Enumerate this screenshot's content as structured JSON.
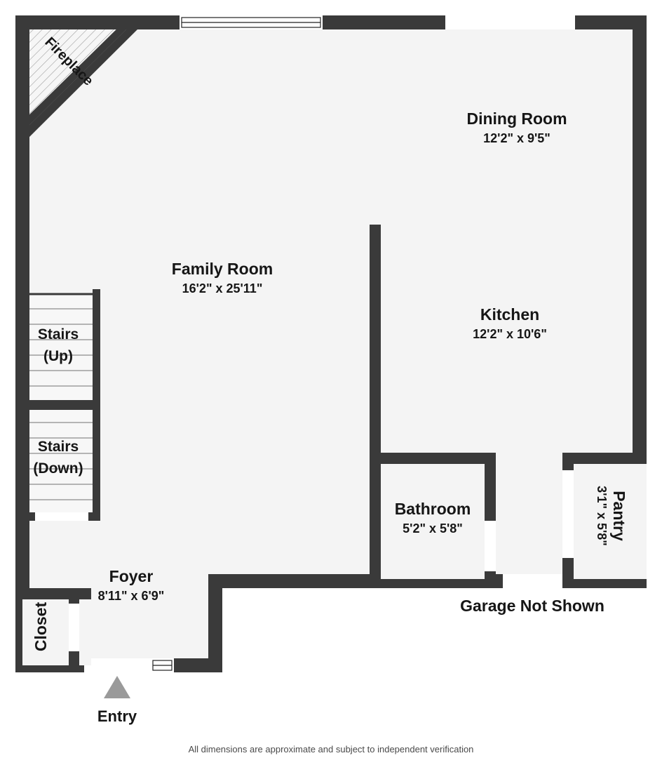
{
  "plan": {
    "wall_color": "#3a3a3a",
    "floor_color": "#f4f4f4",
    "background_color": "#ffffff",
    "opening_color": "#ffffff",
    "arrow_color": "#9a9a9a",
    "text_color": "#161616"
  },
  "rooms": [
    {
      "id": "dining-room",
      "name": "Dining Room",
      "dimensions": "12'2\" x 9'5\""
    },
    {
      "id": "family-room",
      "name": "Family Room",
      "dimensions": "16'2\" x 25'11\""
    },
    {
      "id": "kitchen",
      "name": "Kitchen",
      "dimensions": "12'2\" x 10'6\""
    },
    {
      "id": "bathroom",
      "name": "Bathroom",
      "dimensions": "5'2\" x 5'8\""
    },
    {
      "id": "pantry",
      "name": "Pantry",
      "dimensions": "3'1\" x 5'8\""
    },
    {
      "id": "foyer",
      "name": "Foyer",
      "dimensions": "8'11\" x 6'9\""
    },
    {
      "id": "closet",
      "name": "Closet",
      "dimensions": ""
    }
  ],
  "features": {
    "fireplace_label": "Fireplace",
    "stairs_up_line1": "Stairs",
    "stairs_up_line2": "(Up)",
    "stairs_down_line1": "Stairs",
    "stairs_down_line2": "(Down)",
    "garage_note": "Garage Not Shown",
    "entry_label": "Entry"
  },
  "footer": {
    "disclaimer": "All dimensions are approximate and subject to independent verification"
  }
}
